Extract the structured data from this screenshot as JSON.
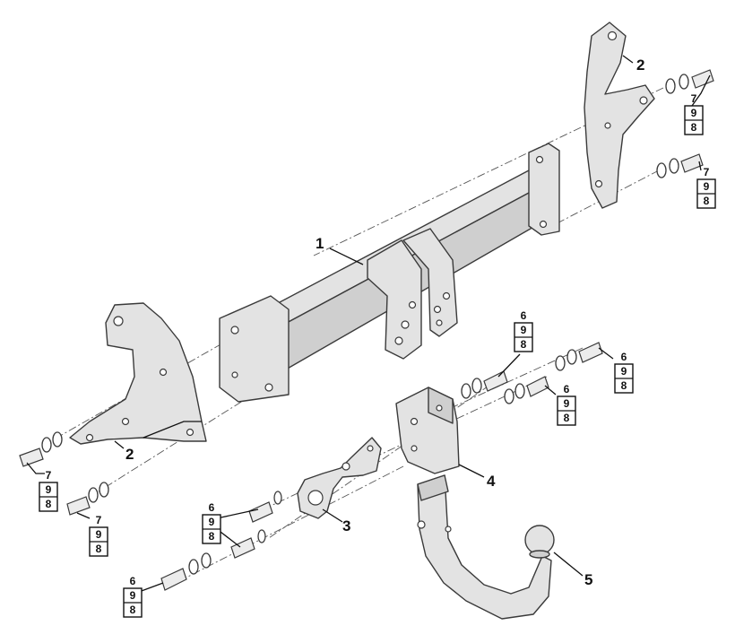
{
  "diagram": {
    "callouts": [
      {
        "id": "c1",
        "label": "1"
      },
      {
        "id": "c2a",
        "label": "2"
      },
      {
        "id": "c2b",
        "label": "2"
      },
      {
        "id": "c3",
        "label": "3"
      },
      {
        "id": "c4",
        "label": "4"
      },
      {
        "id": "c5",
        "label": "5"
      }
    ],
    "hardware_stacks": [
      {
        "id": "s1",
        "items": [
          "7",
          "9",
          "8"
        ]
      },
      {
        "id": "s2",
        "items": [
          "7",
          "9",
          "8"
        ]
      },
      {
        "id": "s3",
        "items": [
          "7",
          "9",
          "8"
        ]
      },
      {
        "id": "s4",
        "items": [
          "7",
          "9",
          "8"
        ]
      },
      {
        "id": "s5",
        "items": [
          "6",
          "9",
          "8"
        ]
      },
      {
        "id": "s6",
        "items": [
          "6",
          "9",
          "8"
        ]
      },
      {
        "id": "s7",
        "items": [
          "6",
          "9",
          "8"
        ]
      },
      {
        "id": "s8",
        "items": [
          "6",
          "9",
          "8"
        ]
      },
      {
        "id": "s9",
        "items": [
          "6",
          "9",
          "8"
        ]
      }
    ]
  }
}
